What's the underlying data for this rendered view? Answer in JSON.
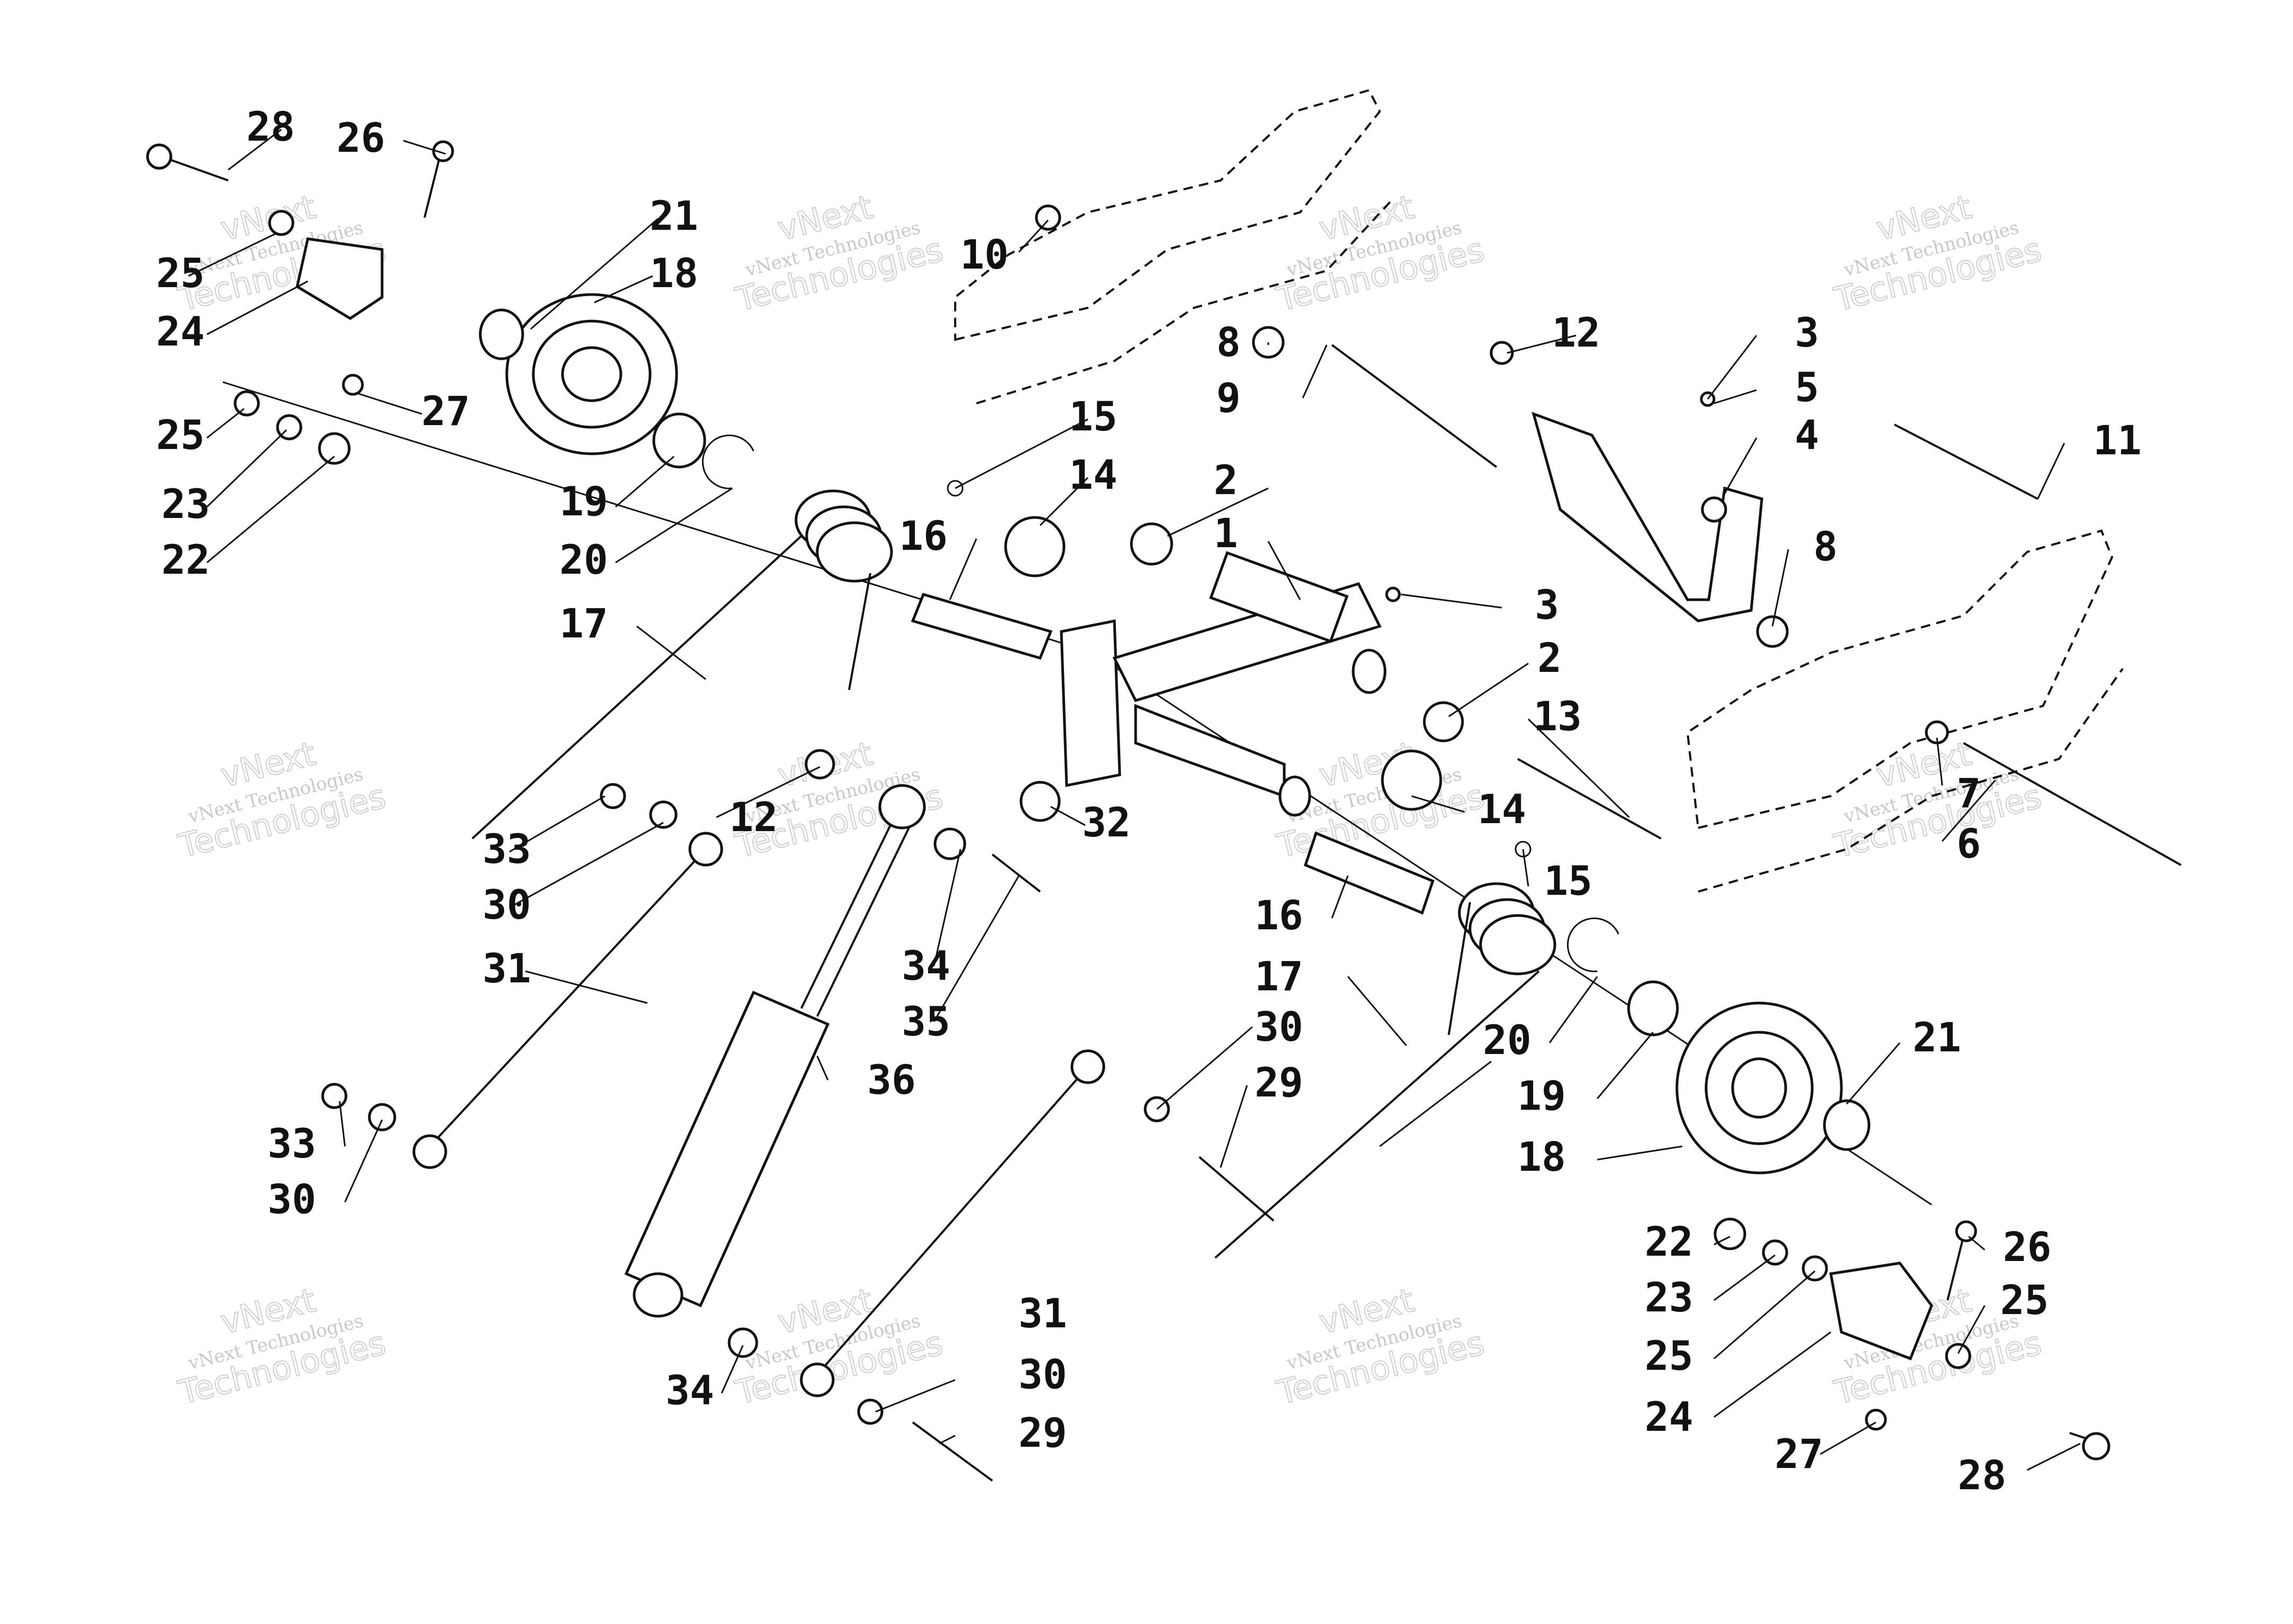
{
  "diagram": {
    "part_numbers": [
      {
        "id": "p1",
        "text": "1"
      },
      {
        "id": "p2a",
        "text": "2"
      },
      {
        "id": "p2b",
        "text": "2"
      },
      {
        "id": "p3a",
        "text": "3"
      },
      {
        "id": "p3b",
        "text": "3"
      },
      {
        "id": "p4",
        "text": "4"
      },
      {
        "id": "p5",
        "text": "5"
      },
      {
        "id": "p6",
        "text": "6"
      },
      {
        "id": "p7",
        "text": "7"
      },
      {
        "id": "p8a",
        "text": "8"
      },
      {
        "id": "p8b",
        "text": "8"
      },
      {
        "id": "p9",
        "text": "9"
      },
      {
        "id": "p10",
        "text": "10"
      },
      {
        "id": "p11",
        "text": "11"
      },
      {
        "id": "p12a",
        "text": "12"
      },
      {
        "id": "p12b",
        "text": "12"
      },
      {
        "id": "p13",
        "text": "13"
      },
      {
        "id": "p14a",
        "text": "14"
      },
      {
        "id": "p14b",
        "text": "14"
      },
      {
        "id": "p15a",
        "text": "15"
      },
      {
        "id": "p15b",
        "text": "15"
      },
      {
        "id": "p16a",
        "text": "16"
      },
      {
        "id": "p16b",
        "text": "16"
      },
      {
        "id": "p17a",
        "text": "17"
      },
      {
        "id": "p17b",
        "text": "17"
      },
      {
        "id": "p18a",
        "text": "18"
      },
      {
        "id": "p18b",
        "text": "18"
      },
      {
        "id": "p19a",
        "text": "19"
      },
      {
        "id": "p19b",
        "text": "19"
      },
      {
        "id": "p20a",
        "text": "20"
      },
      {
        "id": "p20b",
        "text": "20"
      },
      {
        "id": "p21a",
        "text": "21"
      },
      {
        "id": "p21b",
        "text": "21"
      },
      {
        "id": "p22a",
        "text": "22"
      },
      {
        "id": "p22b",
        "text": "22"
      },
      {
        "id": "p23a",
        "text": "23"
      },
      {
        "id": "p23b",
        "text": "23"
      },
      {
        "id": "p24a",
        "text": "24"
      },
      {
        "id": "p24b",
        "text": "24"
      },
      {
        "id": "p25a",
        "text": "25"
      },
      {
        "id": "p25b",
        "text": "25"
      },
      {
        "id": "p25c",
        "text": "25"
      },
      {
        "id": "p25d",
        "text": "25"
      },
      {
        "id": "p26a",
        "text": "26"
      },
      {
        "id": "p26b",
        "text": "26"
      },
      {
        "id": "p27a",
        "text": "27"
      },
      {
        "id": "p27b",
        "text": "27"
      },
      {
        "id": "p28a",
        "text": "28"
      },
      {
        "id": "p28b",
        "text": "28"
      },
      {
        "id": "p29a",
        "text": "29"
      },
      {
        "id": "p29b",
        "text": "29"
      },
      {
        "id": "p30a",
        "text": "30"
      },
      {
        "id": "p30b",
        "text": "30"
      },
      {
        "id": "p30c",
        "text": "30"
      },
      {
        "id": "p30d",
        "text": "30"
      },
      {
        "id": "p31a",
        "text": "31"
      },
      {
        "id": "p31b",
        "text": "31"
      },
      {
        "id": "p32",
        "text": "32"
      },
      {
        "id": "p33a",
        "text": "33"
      },
      {
        "id": "p33b",
        "text": "33"
      },
      {
        "id": "p34a",
        "text": "34"
      },
      {
        "id": "p34b",
        "text": "34"
      },
      {
        "id": "p35",
        "text": "35"
      },
      {
        "id": "p36",
        "text": "36"
      }
    ]
  },
  "watermark": {
    "line_small": "vNext Technologies",
    "word_a": "vNext",
    "word_b": "Technologies"
  }
}
